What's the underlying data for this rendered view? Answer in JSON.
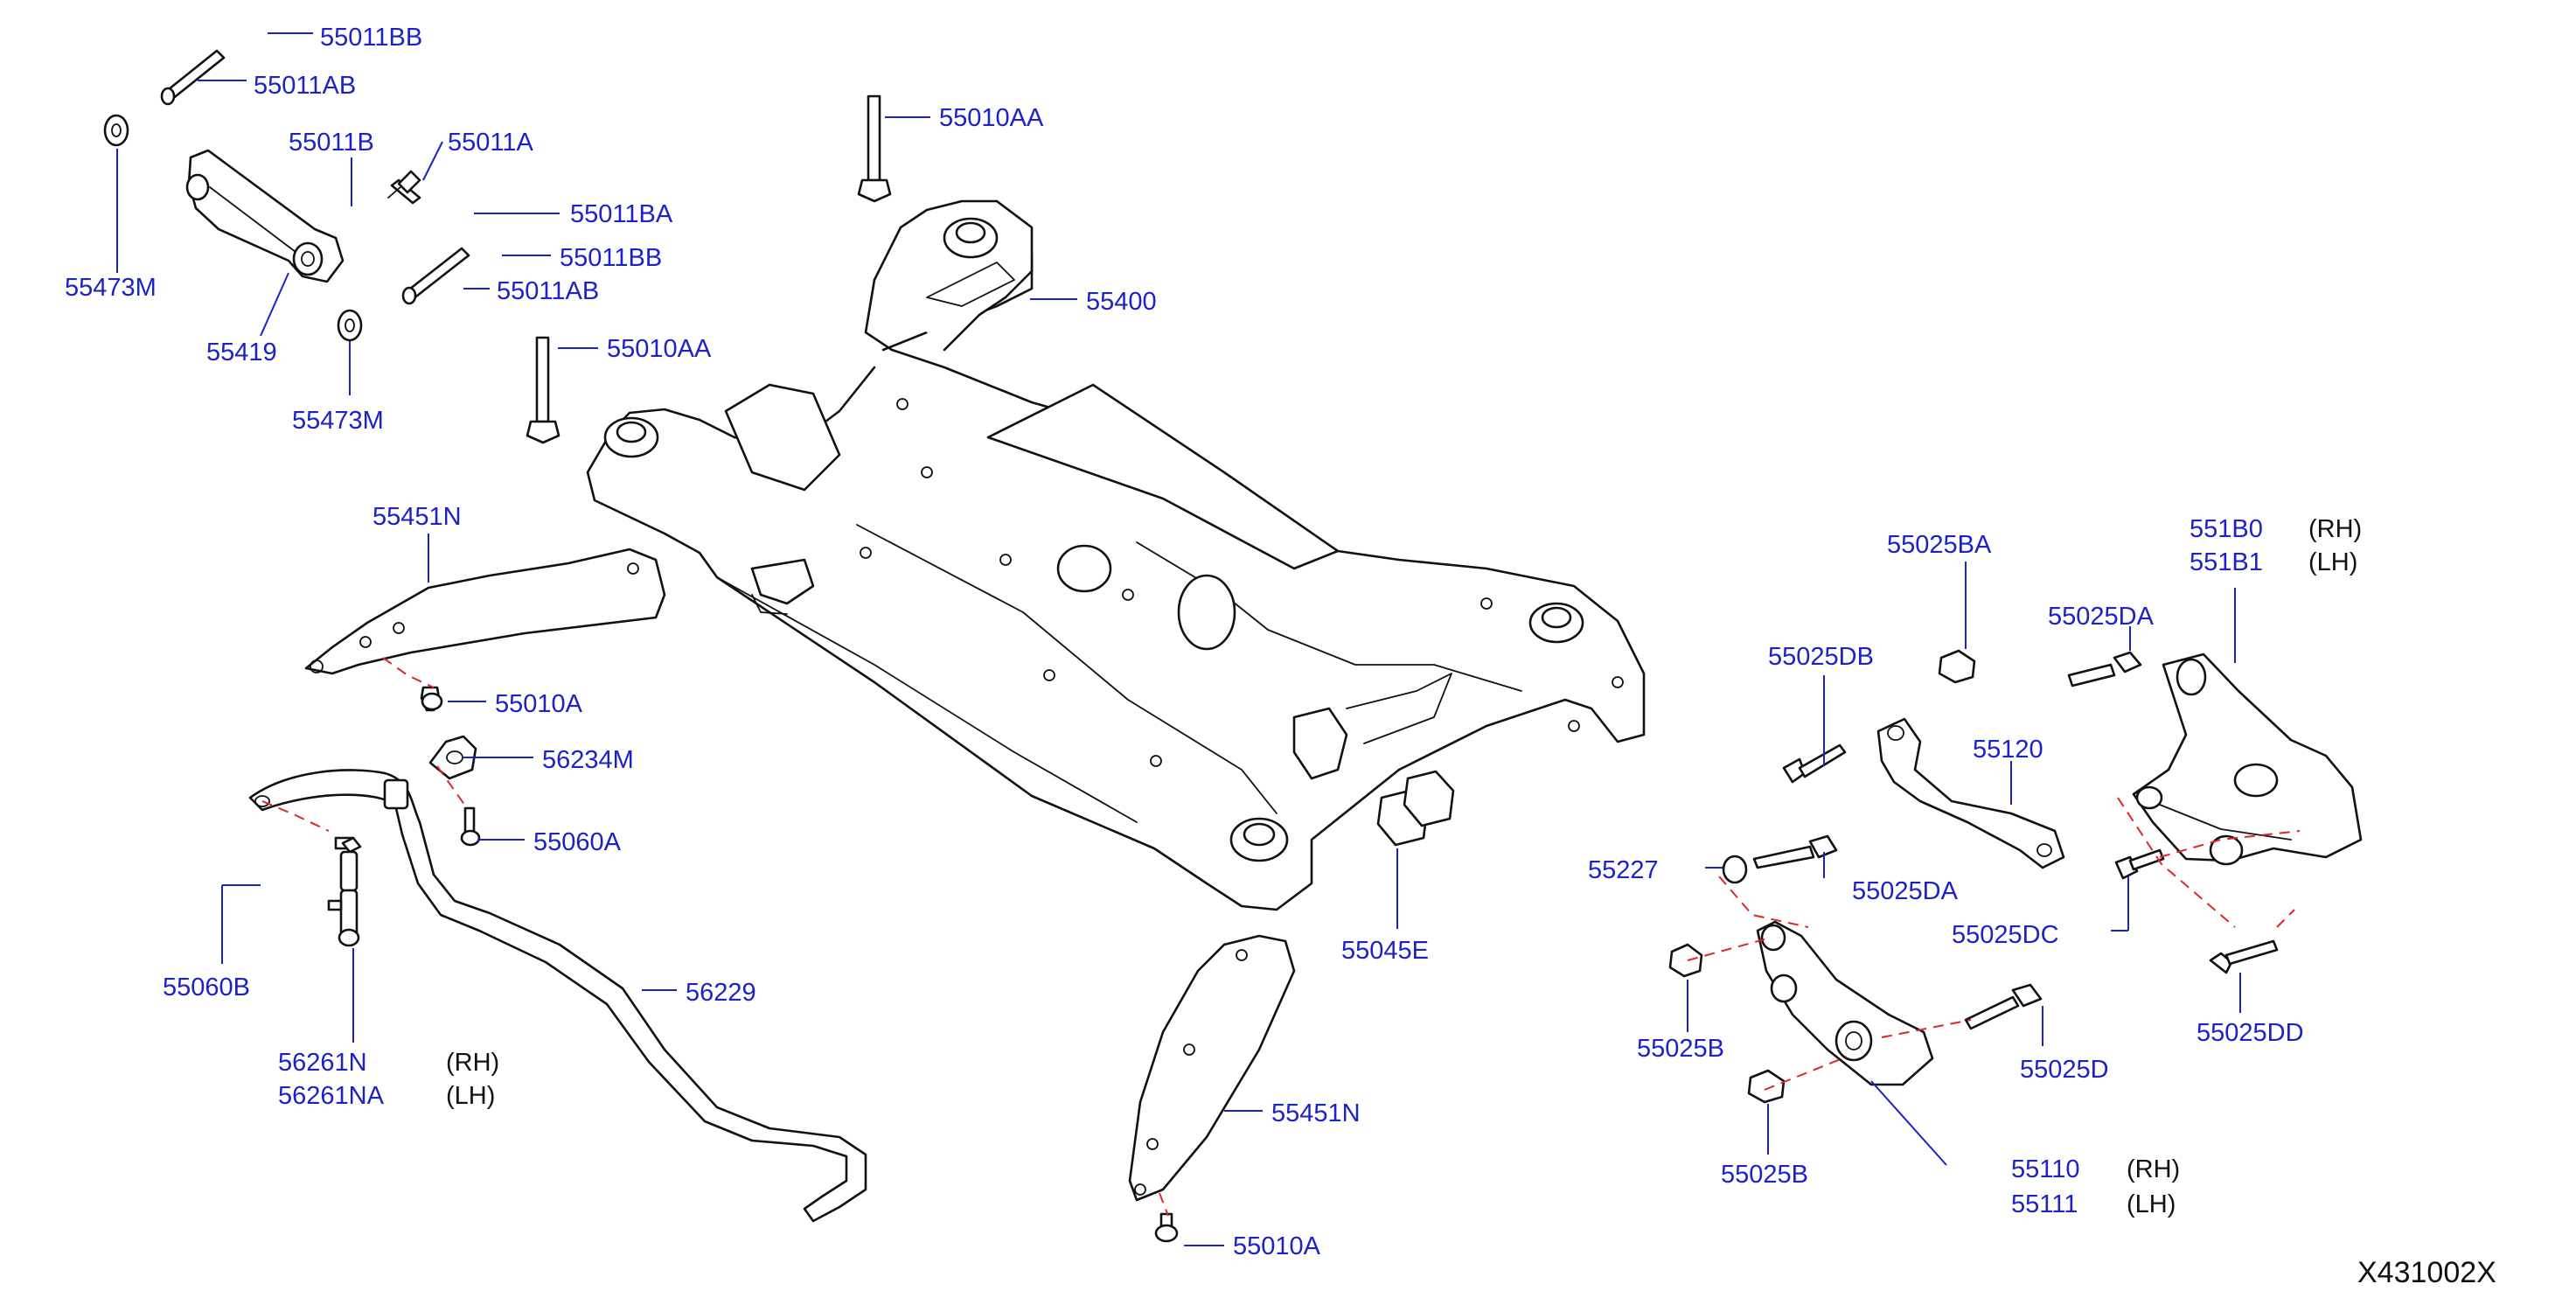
{
  "diagram_code": "X431002X",
  "callouts": {
    "c1": {
      "part": "55011BB"
    },
    "c2": {
      "part": "55011AB"
    },
    "c3": {
      "part": "55011B"
    },
    "c4": {
      "part": "55011A"
    },
    "c5": {
      "part": "55011BA"
    },
    "c6": {
      "part": "55011BB"
    },
    "c7": {
      "part": "55011AB"
    },
    "c8": {
      "part": "55473M"
    },
    "c9": {
      "part": "55419"
    },
    "c10": {
      "part": "55473M"
    },
    "c11": {
      "part": "55010AA"
    },
    "c12": {
      "part": "55400"
    },
    "c13": {
      "part": "55010AA"
    },
    "c14": {
      "part": "55451N"
    },
    "c15": {
      "part": "55010A"
    },
    "c16": {
      "part": "56234M"
    },
    "c17": {
      "part": "55060A"
    },
    "c18": {
      "part": "55060B"
    },
    "c19": {
      "part": "56261N",
      "side": "(RH)"
    },
    "c20": {
      "part": "56261NA",
      "side": "(LH)"
    },
    "c21": {
      "part": "56229"
    },
    "c22": {
      "part": "55045E"
    },
    "c23": {
      "part": "55451N"
    },
    "c24": {
      "part": "55010A"
    },
    "c25": {
      "part": "55025BA"
    },
    "c26": {
      "part": "55025DB"
    },
    "c27": {
      "part": "55120"
    },
    "c28": {
      "part": "55227"
    },
    "c29": {
      "part": "55025DA"
    },
    "c30": {
      "part": "55025DA"
    },
    "c31": {
      "part": "551B0",
      "side": "(RH)"
    },
    "c32": {
      "part": "551B1",
      "side": "(LH)"
    },
    "c33": {
      "part": "55025DC"
    },
    "c34": {
      "part": "55025B"
    },
    "c35": {
      "part": "55025D"
    },
    "c36": {
      "part": "55025DD"
    },
    "c37": {
      "part": "55025B"
    },
    "c38": {
      "part": "55110",
      "side": "(RH)"
    },
    "c39": {
      "part": "55111",
      "side": "(LH)"
    }
  }
}
